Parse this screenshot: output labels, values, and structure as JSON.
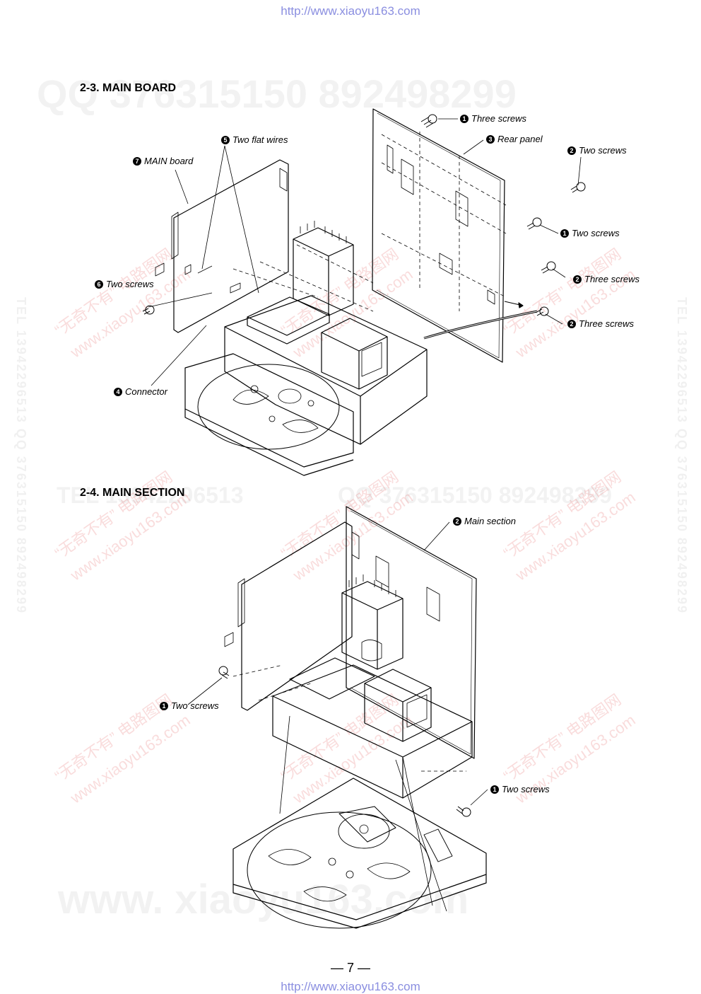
{
  "header_url": "http://www.xiaoyu163.com",
  "footer_url": "http://www.xiaoyu163.com",
  "page_number": "— 7 —",
  "watermarks": {
    "qq_top": "QQ 376315150   892498299",
    "qq_mid": "QQ 376315150   892498299",
    "tel_mid": "TEL 13942296513",
    "bottom_site": "www. xiaoyu163.com",
    "side_right": "TEL 13942296513   QQ 376315150   892498299",
    "red_cn": "“无奇不有” 电路图网",
    "red_site": "www.xiaoyu163.com"
  },
  "sections": {
    "main_board": {
      "heading": "2-3. MAIN BOARD",
      "callouts": [
        {
          "num": "1",
          "text": "Three screws"
        },
        {
          "num": "3",
          "text": "Rear panel"
        },
        {
          "num": "2",
          "text": "Two screws"
        },
        {
          "num": "5",
          "text": "Two flat wires"
        },
        {
          "num": "7",
          "text": "MAIN board"
        },
        {
          "num": "1",
          "text": "Two screws"
        },
        {
          "num": "2",
          "text": "Three screws"
        },
        {
          "num": "6",
          "text": "Two screws"
        },
        {
          "num": "2",
          "text": "Three screws"
        },
        {
          "num": "4",
          "text": "Connector"
        }
      ]
    },
    "main_section": {
      "heading": "2-4. MAIN SECTION",
      "callouts": [
        {
          "num": "2",
          "text": "Main section"
        },
        {
          "num": "1",
          "text": "Two screws"
        },
        {
          "num": "1",
          "text": "Two screws"
        }
      ]
    }
  }
}
